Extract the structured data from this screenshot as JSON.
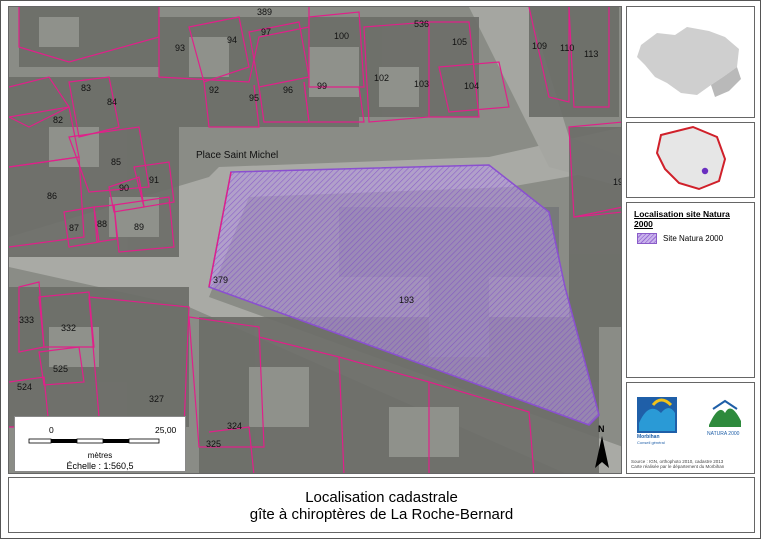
{
  "map": {
    "place_name": "Place Saint Michel",
    "parcels": [
      "389",
      "93",
      "94",
      "97",
      "100",
      "536",
      "105",
      "109",
      "110",
      "113",
      "83",
      "84",
      "92",
      "95",
      "96",
      "99",
      "102",
      "103",
      "104",
      "82",
      "85",
      "86",
      "90",
      "91",
      "87",
      "88",
      "89",
      "19",
      "379",
      "193",
      "333",
      "332",
      "525",
      "524",
      "327",
      "324",
      "325"
    ]
  },
  "scale": {
    "tick_start": "0",
    "tick_end": "25,00",
    "unit": "mètres",
    "ratio": "Échelle : 1:560,5"
  },
  "north": {
    "letter": "N"
  },
  "legend": {
    "title": "Localisation site Natura 2000",
    "item_label": "Site Natura 2000"
  },
  "logos": {
    "left_name": "Morbihan",
    "left_sub": "Conseil général",
    "right_name": "NATURA 2000"
  },
  "source": {
    "line1": "Source : IGN, orthophoto 2010, cadastre 2013",
    "line2": "Carte réalisée par le département du Morbihan"
  },
  "title": {
    "line1": "Localisation cadastrale",
    "line2": "gîte à chiroptères de La Roche-Bernard"
  },
  "colors": {
    "parcel_line": "#e0208a",
    "natura_fill": "#b896e8",
    "natura_stroke": "#8a4fd0",
    "inset_outline": "#d0202a",
    "inset_dot": "#6a2fc0"
  }
}
